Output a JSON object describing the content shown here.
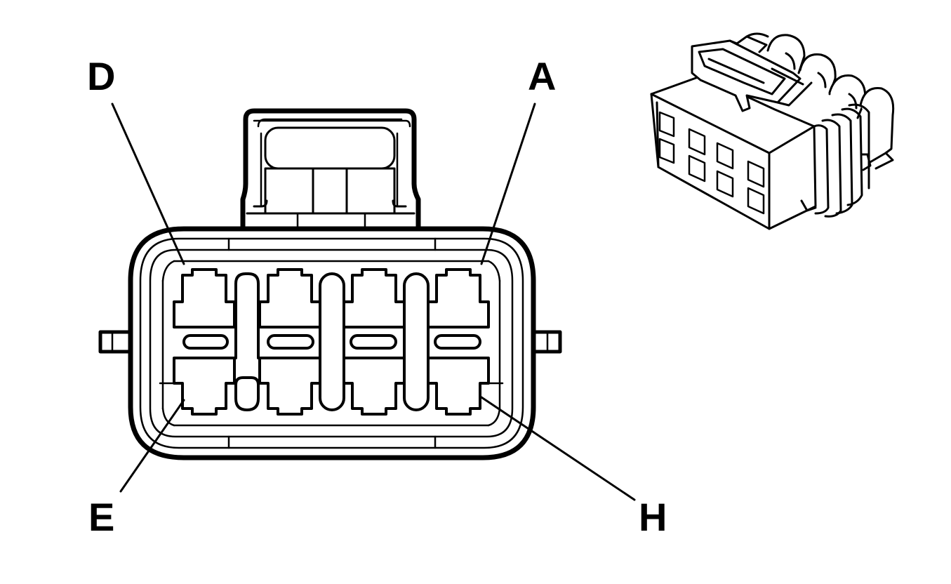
{
  "diagram": {
    "type": "connector-face-view",
    "cavities": {
      "rows": 2,
      "columns": 4
    },
    "labels": {
      "pin_a": "A",
      "pin_d": "D",
      "pin_e": "E",
      "pin_h": "H"
    },
    "colors": {
      "ink": "#000000",
      "paper": "#ffffff"
    }
  }
}
